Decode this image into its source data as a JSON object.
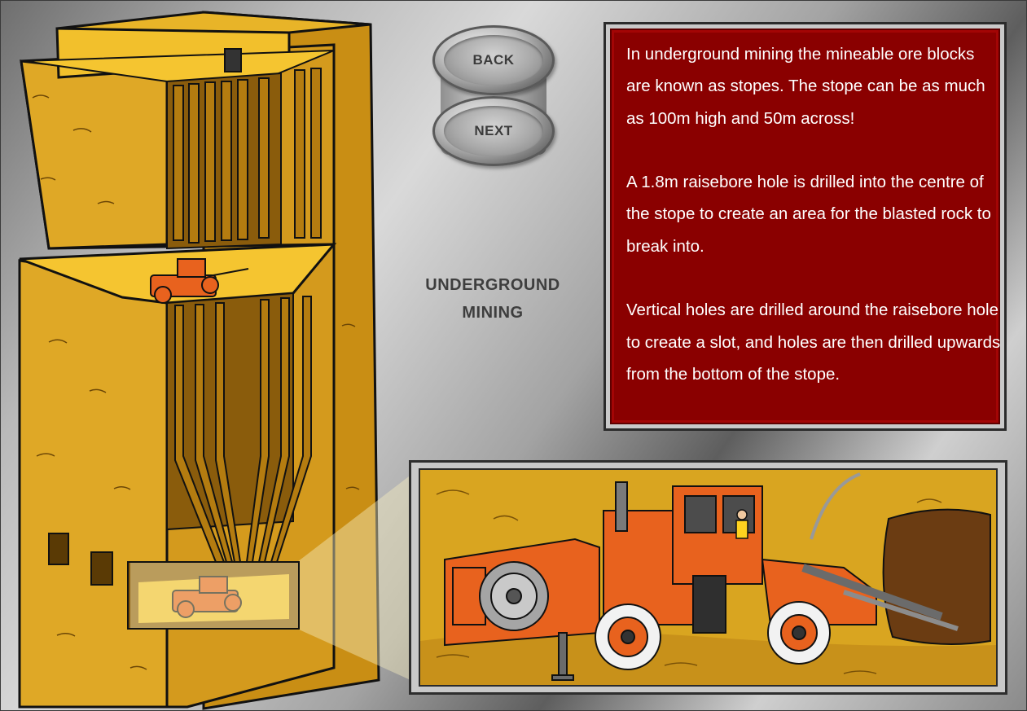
{
  "navigation": {
    "back_label": "BACK",
    "next_label": "NEXT"
  },
  "title": {
    "line1": "UNDERGROUND",
    "line2": "MINING"
  },
  "info": {
    "paragraph1": "In underground mining the mineable ore blocks are known as stopes. The stope can be as much as 100m high and 50m across!",
    "paragraph2": "A 1.8m raisebore hole is drilled into the centre of the stope to create an area for the blasted rock to break into.",
    "paragraph3": "Vertical holes are drilled around the raisebore hole to create a slot, and holes are then drilled upwards from the bottom of the stope."
  },
  "colors": {
    "panel_red": "#8a0000",
    "rock_gold": "#d9a520",
    "drill_orange": "#e8621e"
  },
  "icons": [
    "stope-cutaway-illustration",
    "drill-rig-illustration",
    "drill-rig-closeup-illustration"
  ]
}
